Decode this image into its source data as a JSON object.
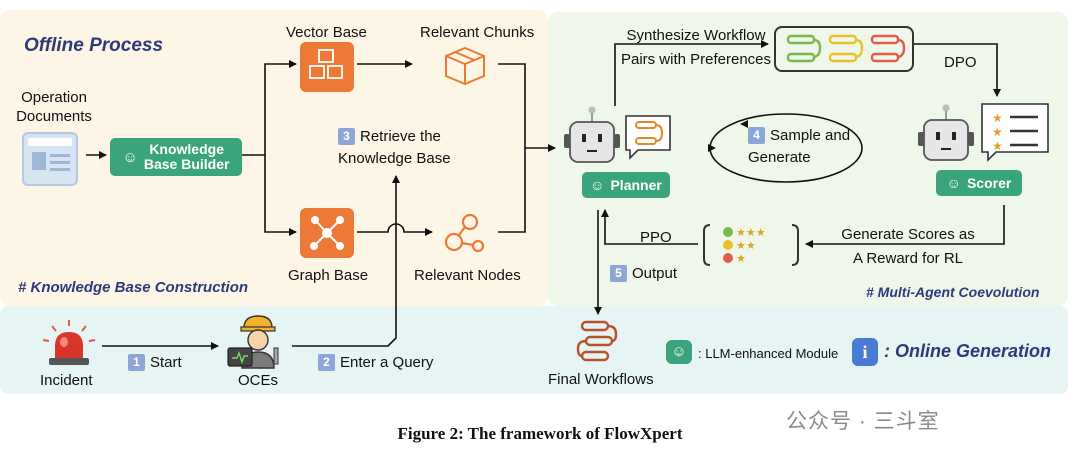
{
  "panels": {
    "offline_title": "Offline Process",
    "kb_construction": "# Knowledge Base Construction",
    "coevolution": "# Multi-Agent Coevolution",
    "online_generation": ": Online Generation"
  },
  "nodes": {
    "operation_documents_line1": "Operation",
    "operation_documents_line2": "Documents",
    "kb_builder_line1": "Knowledge",
    "kb_builder_line2": "Base Builder",
    "vector_base": "Vector Base",
    "graph_base": "Graph Base",
    "relevant_chunks": "Relevant Chunks",
    "relevant_nodes": "Relevant Nodes",
    "planner": "Planner",
    "scorer": "Scorer",
    "final_workflows": "Final Workflows",
    "incident": "Incident",
    "oces": "OCEs"
  },
  "steps": {
    "s1_num": "1",
    "s1_label": "Start",
    "s2_num": "2",
    "s2_label": "Enter a Query",
    "s3_num": "3",
    "s3_line1": "Retrieve the",
    "s3_line2": "Knowledge Base",
    "s4_num": "4",
    "s4_line1": "Sample and",
    "s4_line2": "Generate",
    "s5_num": "5",
    "s5_label": "Output"
  },
  "edges": {
    "synth_line1": "Synthesize Workflow",
    "synth_line2": "Pairs with Preferences",
    "dpo": "DPO",
    "ppo": "PPO",
    "gen_scores_line1": "Generate Scores as",
    "gen_scores_line2": "A Reward for RL"
  },
  "legend": {
    "llm_module": ": LLM-enhanced Module",
    "info_icon_letter": "i"
  },
  "caption": "Figure 2: The framework of FlowXpert",
  "watermark": "公众号 · 三斗室",
  "colors": {
    "offline_bg": "#fdf5e6",
    "coevo_bg": "#eef7ea",
    "online_bg": "#e6f4f3",
    "green_module": "#3aa57d",
    "orange_icon": "#ec7a36",
    "title_blue": "#2d3a7a",
    "step_badge": "#8ea6d6"
  }
}
